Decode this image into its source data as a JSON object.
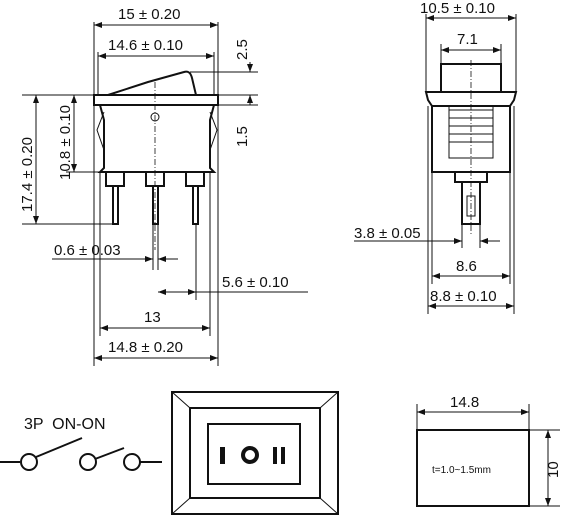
{
  "side_view": {
    "width_overall": "15 ± 0.20",
    "width_rocker": "14.6 ± 0.10",
    "rocker_height": "2.5",
    "flange_height": "1.5",
    "height_total": "17.4 ± 0.20",
    "height_body": "10.8 ± 0.10",
    "pin_thickness": "0.6 ± 0.03",
    "pin_pitch": "5.6 ± 0.10",
    "pin_span": "13",
    "body_width": "14.8 ± 0.20"
  },
  "end_view": {
    "width_top": "10.5 ± 0.10",
    "rocker_width": "7.1",
    "terminal_width": "3.8 ± 0.05",
    "body_width": "8.6",
    "flange_width": "8.8 ± 0.10"
  },
  "circuit": {
    "label": "3P  ON-ON"
  },
  "panel_cutout": {
    "width": "14.8",
    "height": "10",
    "thickness_note": "t=1.0~1.5mm"
  }
}
